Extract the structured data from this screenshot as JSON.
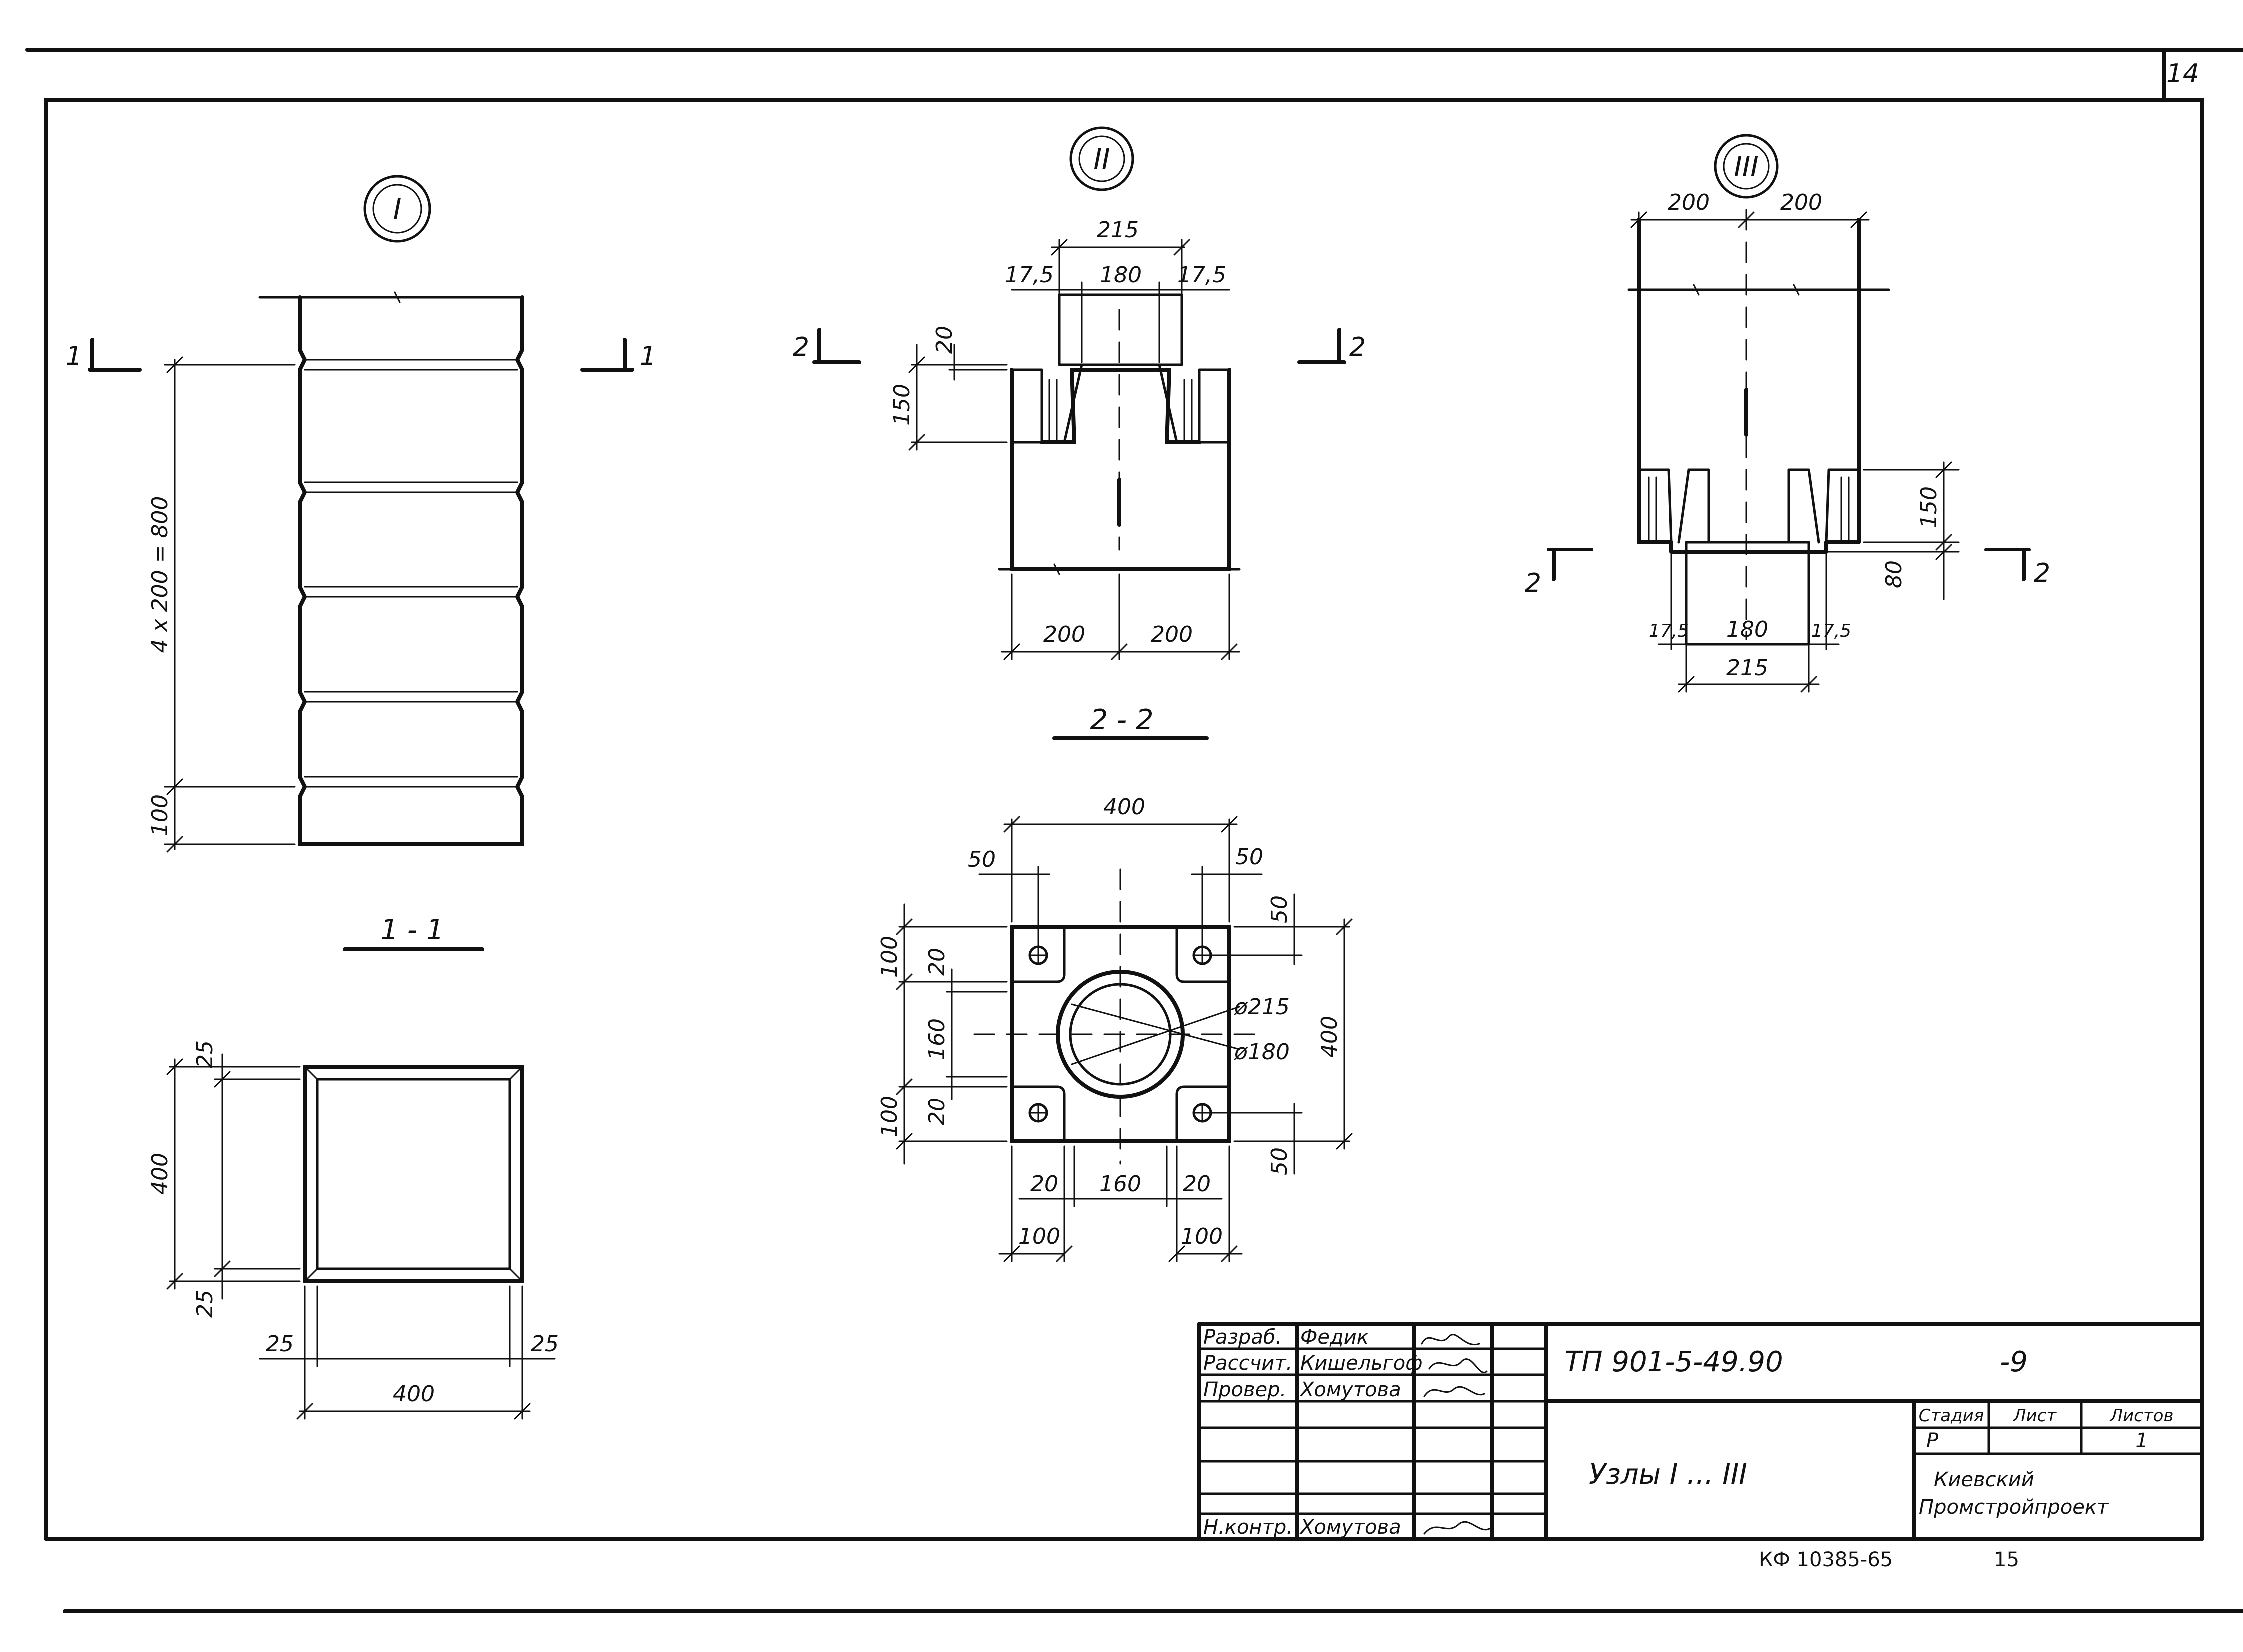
{
  "sheet": {
    "page_number": "14",
    "footer_code": "КФ 10385-65",
    "footer_number": "15"
  },
  "node1": {
    "marker": "I",
    "section_arrow_left": "1",
    "section_arrow_right": "1",
    "dim_repeat": "4 x 200 = 800",
    "dim_100": "100",
    "section_title": "1 - 1",
    "plan_dim_25_top": "25",
    "plan_dim_400_height": "400",
    "plan_dim_25_bottom": "25",
    "plan_dim_25_left": "25",
    "plan_dim_25_right": "25",
    "plan_dim_400_width": "400"
  },
  "node2": {
    "marker": "II",
    "dim_215": "215",
    "dim_17_5_left": "17,5",
    "dim_180": "180",
    "dim_17_5_right": "17,5",
    "dim_20": "20",
    "dim_150": "150",
    "section_arrow_left": "2",
    "section_arrow_right": "2",
    "dim_200_left": "200",
    "dim_200_right": "200",
    "section_title": "2 - 2"
  },
  "plan": {
    "dim_400_top": "400",
    "dim_50_tl": "50",
    "dim_50_tr": "50",
    "dim_50_rt": "50",
    "dim_100_l1": "100",
    "dim_20_l1": "20",
    "dim_160_l": "160",
    "dim_20_l2": "20",
    "dim_100_l2": "100",
    "dia_215": "ø215",
    "dia_180": "ø180",
    "dim_400_right": "400",
    "dim_50_rb": "50",
    "dim_20_b1": "20",
    "dim_160_b": "160",
    "dim_20_b2": "20",
    "dim_100_b1": "100",
    "dim_100_b2": "100"
  },
  "node3": {
    "marker": "III",
    "dim_200_left": "200",
    "dim_200_right": "200",
    "dim_150": "150",
    "dim_80": "80",
    "section_arrow_left": "2",
    "section_arrow_right": "2",
    "dim_17_5_left": "17,5",
    "dim_180": "180",
    "dim_17_5_right": "17,5",
    "dim_215": "215"
  },
  "title_block": {
    "rows": [
      {
        "role": "Разраб.",
        "name": "Федик"
      },
      {
        "role": "Рассчит.",
        "name": "Кишельгоф"
      },
      {
        "role": "Провер.",
        "name": "Хомутова"
      },
      {
        "role": "",
        "name": ""
      },
      {
        "role": "",
        "name": ""
      },
      {
        "role": "",
        "name": ""
      },
      {
        "role": "Н.контр.",
        "name": "Хомутова"
      }
    ],
    "doc_code": "ТП 901-5-49.90",
    "doc_suffix": "-9",
    "sheet_name": "Узлы I ... III",
    "stage_header": "Стадия",
    "sheet_header": "Лист",
    "sheets_header": "Листов",
    "stage_value": "Р",
    "sheets_value": "1",
    "organization_line1": "Киевский",
    "organization_line2": "Промстройпроект"
  }
}
